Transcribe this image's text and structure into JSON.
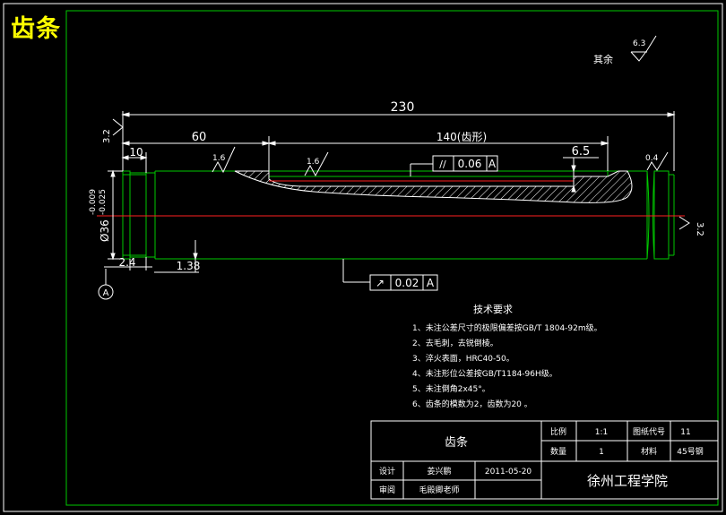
{
  "title": "齿条",
  "roughness": {
    "other_label": "其余",
    "other_value": "6.3",
    "left_end": "3.2",
    "right_end": "3.2",
    "step_left": "1.6",
    "slot_bottom": "1.6",
    "right_shoulder": "0.4"
  },
  "dimensions": {
    "total_length": "230",
    "shoulder_length": "60",
    "rack_length": "140(齿形)",
    "rack_depth": "6.5",
    "end_length": "10",
    "chamfer_width": "2.4",
    "groove_depth": "1.38",
    "diameter": "Ø36",
    "tol_upper": "-0.009",
    "tol_lower": "-0.025"
  },
  "datum_label": "A",
  "tolerance_frames": {
    "parallel": {
      "symbol": "//",
      "value": "0.06",
      "datum": "A"
    },
    "runout": {
      "symbol": "↗",
      "value": "0.02",
      "datum": "A"
    }
  },
  "tech_requirements": {
    "heading": "技术要求",
    "items": [
      "1、未注公差尺寸的极限偏差按GB/T 1804-92m级。",
      "2、去毛刺，去锐倒棱。",
      "3、淬火表面，HRC40-50。",
      "4、未注形位公差按GB/T1184-96H级。",
      "5、未注倒角2x45°。",
      "6、齿条的模数为2，齿数为20 。"
    ]
  },
  "title_block": {
    "part_name": "齿条",
    "scale_label": "比例",
    "scale_value": "1:1",
    "drawing_no_label": "图纸代号",
    "drawing_no_value": "11",
    "qty_label": "数量",
    "qty_value": "1",
    "material_label": "材料",
    "material_value": "45号钢",
    "design_label": "设计",
    "designer": "姜兴鹏",
    "date": "2011-05-20",
    "review_label": "审阅",
    "reviewer": "毛殿卿老师",
    "institution": "徐州工程学院"
  }
}
